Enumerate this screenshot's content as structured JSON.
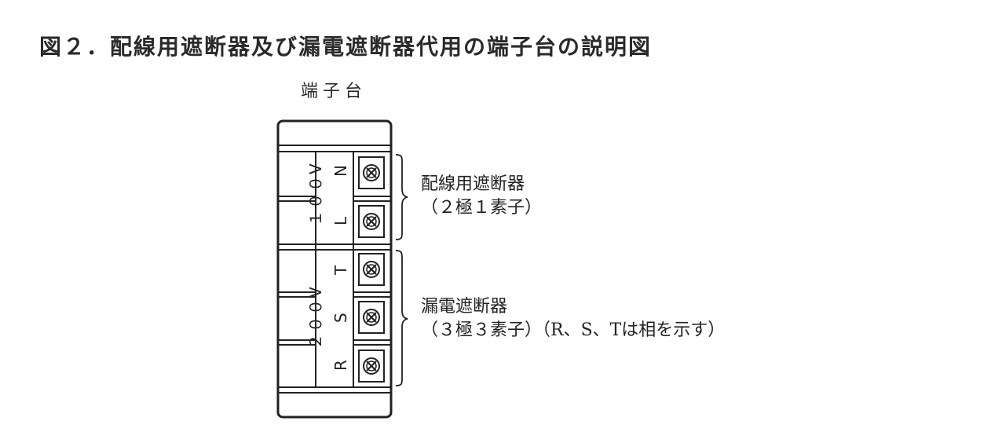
{
  "title": "図２．配線用遮断器及び漏電遮断器代用の端子台の説明図",
  "terminal_block_label": "端子台",
  "vertical_labels": {
    "voltage_100": "１００V",
    "voltage_200": "２００V",
    "terminal_N": "N",
    "terminal_L": "L",
    "terminal_T": "T",
    "terminal_S": "S",
    "terminal_R": "R"
  },
  "groups": [
    {
      "name_line": "配線用遮断器",
      "detail_line": "（２極１素子）"
    },
    {
      "name_line": "漏電遮断器",
      "detail_line": "（３極３素子）（R、S、Tは相を示す）"
    }
  ],
  "screw_icon": "screw-terminal-icon"
}
